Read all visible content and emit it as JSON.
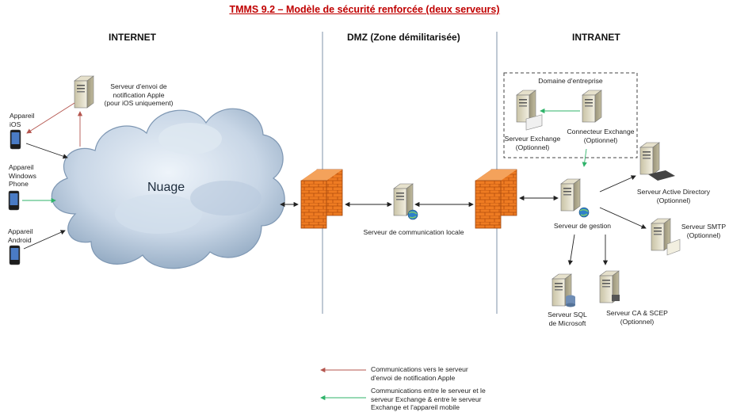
{
  "title": "TMMS 9.2 – Modèle de sécurité renforcée (deux serveurs)",
  "zones": {
    "internet": "INTERNET",
    "dmz": "DMZ (Zone démilitarisée)",
    "intranet": "INTRANET"
  },
  "devices": {
    "ios": [
      "Appareil",
      "iOS"
    ],
    "windows_phone": [
      "Appareil",
      "Windows",
      "Phone"
    ],
    "android": [
      "Appareil",
      "Android"
    ]
  },
  "cloud_label": "Nuage",
  "servers": {
    "apple_push": [
      "Serveur d'envoi de",
      "notification Apple",
      "(pour iOS uniquement)"
    ],
    "local_comm": [
      "Serveur de communication locale"
    ],
    "management": [
      "Serveur de gestion"
    ],
    "enterprise_domain": [
      "Domaine d'entreprise"
    ],
    "exchange": [
      "Serveur Exchange",
      "(Optionnel)"
    ],
    "exchange_connector": [
      "Connecteur Exchange",
      "(Optionnel)"
    ],
    "active_directory": [
      "Serveur Active Directory",
      "(Optionnel)"
    ],
    "smtp": [
      "Serveur SMTP",
      "(Optionnel)"
    ],
    "sql": [
      "Serveur SQL",
      "de Microsoft"
    ],
    "ca_scep": [
      "Serveur CA & SCEP",
      "(Optionnel)"
    ]
  },
  "legend": {
    "apple": [
      "Communications vers le serveur",
      "d'envoi de notification Apple"
    ],
    "exchange": [
      "Communications entre le serveur et le",
      "serveur Exchange & entre le serveur",
      "Exchange et l'appareil mobile"
    ]
  },
  "colors": {
    "title": "#c00000",
    "apple_arrow": "#b4554e",
    "exchange_arrow": "#2fb36a",
    "zone_line": "#7f93a8",
    "firewall": "#e8731d"
  }
}
